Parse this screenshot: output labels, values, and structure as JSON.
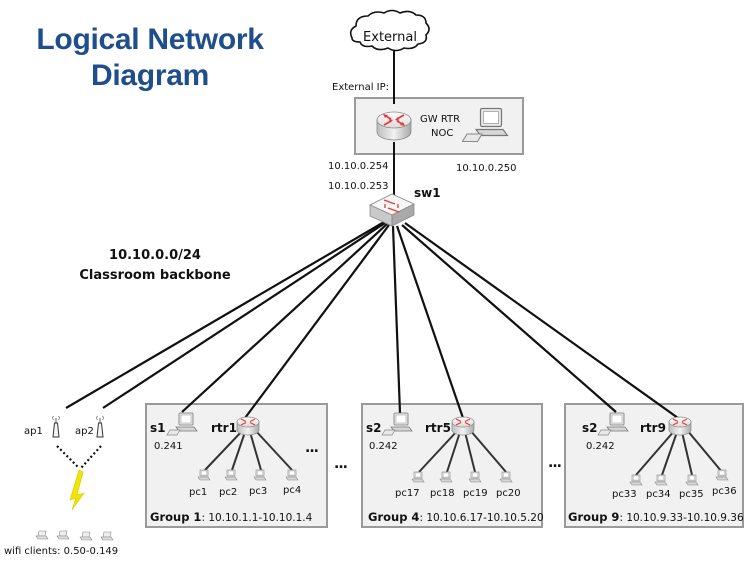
{
  "title": {
    "line1": "Logical Network",
    "line2": "Diagram"
  },
  "internet": {
    "cloud_label": "External",
    "ip_label": "External IP:"
  },
  "gateway": {
    "label_line1": "GW RTR",
    "label_line2": "NOC",
    "router_ip": "10.10.0.254",
    "noc_ip": "10.10.0.250"
  },
  "switch": {
    "name": "sw1",
    "ip": "10.10.0.253"
  },
  "backbone": {
    "subnet": "10.10.0.0/24",
    "name": "Classroom backbone"
  },
  "wifi": {
    "access_points": [
      "ap1",
      "ap2"
    ],
    "clients_label": "wifi clients: 0.50-0.149",
    "client_count": 4
  },
  "groups": [
    {
      "server": "s1",
      "server_ip": "0.241",
      "router": "rtr1",
      "pcs": [
        "pc1",
        "pc2",
        "pc3",
        "pc4"
      ],
      "group_label": "Group 1",
      "range": ": 10.10.1.1-10.10.1.4"
    },
    {
      "server": "s2",
      "server_ip": "0.242",
      "router": "rtr5",
      "pcs": [
        "pc17",
        "pc18",
        "pc19",
        "pc20"
      ],
      "group_label": "Group 4",
      "range": ": 10.10.6.17-10.10.5.20"
    },
    {
      "server": "s2",
      "server_ip": "0.242",
      "router": "rtr9",
      "pcs": [
        "pc33",
        "pc34",
        "pc35",
        "pc36"
      ],
      "group_label": "Group 9",
      "range": ": 10.10.9.33-10.10.9.36"
    }
  ],
  "ellipsis": "...",
  "colors": {
    "title": "#1f4e8c",
    "box_fill": "#f1f1f1",
    "box_border": "#9a9a9a",
    "router_arrows": "#e8383d",
    "lightning": "#f2e600"
  }
}
